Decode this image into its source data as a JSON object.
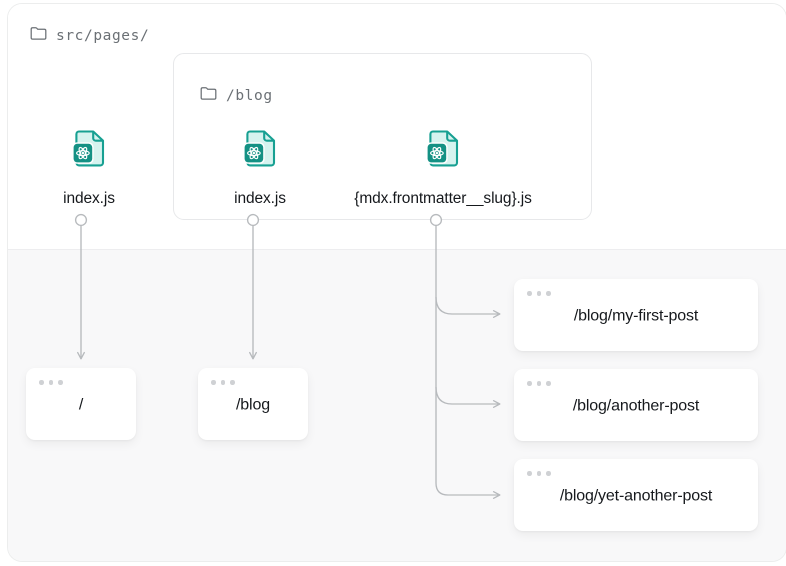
{
  "diagram": {
    "title_hidden": true,
    "colors": {
      "icon_fill": "#d6f3ef",
      "icon_stroke": "#17a092",
      "icon_badge": "#149184",
      "panel_bg": "#f8f8f9",
      "card_bg": "#ffffff",
      "border": "#e7e8ea",
      "connector": "#b7babd",
      "text": "#16191d",
      "muted_text": "#6b7075",
      "dot": "#cfd1d4"
    },
    "pages_section": {
      "root_folder": {
        "icon": "folder-icon",
        "label": "src/pages/"
      },
      "blog_group": {
        "icon": "folder-icon",
        "label": "/blog"
      },
      "files": [
        {
          "id": "index-root",
          "icon": "react-file-icon",
          "label": "index.js"
        },
        {
          "id": "index-blog",
          "icon": "react-file-icon",
          "label": "index.js"
        },
        {
          "id": "mdx-slug",
          "icon": "react-file-icon",
          "label": "{mdx.frontmatter__slug}.js"
        }
      ]
    },
    "routes_section": {
      "cards": [
        {
          "id": "route-root",
          "label": "/",
          "dots": 3
        },
        {
          "id": "route-blog",
          "label": "/blog",
          "dots": 3
        },
        {
          "id": "route-first-post",
          "label": "/blog/my-first-post",
          "dots": 3
        },
        {
          "id": "route-another",
          "label": "/blog/another-post",
          "dots": 3
        },
        {
          "id": "route-yet-another",
          "label": "/blog/yet-another-post",
          "dots": 3
        }
      ]
    },
    "connections": [
      {
        "from": "index-root",
        "to": "route-root",
        "style": "straight-arrow"
      },
      {
        "from": "index-blog",
        "to": "route-blog",
        "style": "straight-arrow"
      },
      {
        "from": "mdx-slug",
        "to": "route-first-post",
        "style": "branch-arrow"
      },
      {
        "from": "mdx-slug",
        "to": "route-another",
        "style": "branch-arrow"
      },
      {
        "from": "mdx-slug",
        "to": "route-yet-another",
        "style": "branch-arrow"
      }
    ]
  }
}
